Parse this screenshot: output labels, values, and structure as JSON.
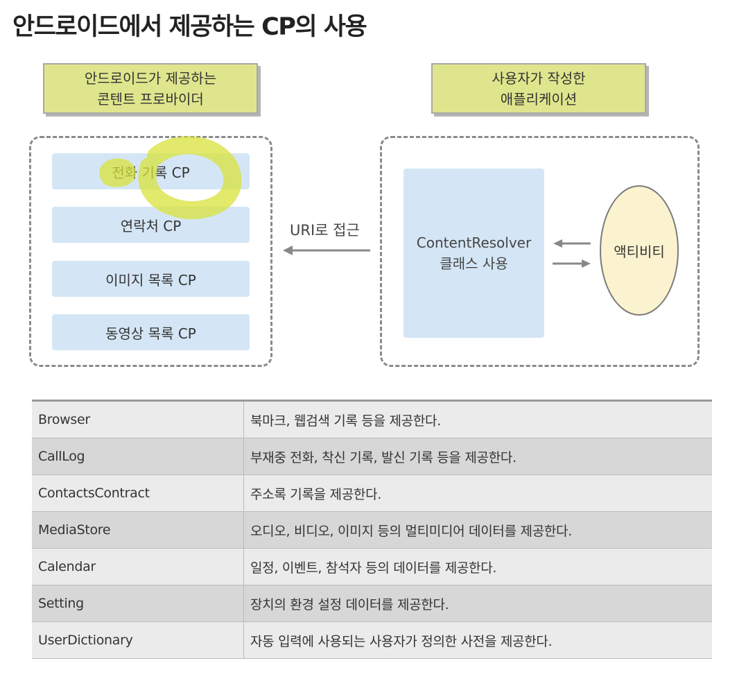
{
  "title": "안드로이드에서 제공하는 CP의 사용",
  "left_header": "안드로이드가 제공하는\n콘텐트 프로바이더",
  "right_header": "사용자가 작성한\n애플리케이션",
  "providers": [
    "전화 기록 CP",
    "연락처 CP",
    "이미지 목록 CP",
    "동영상 목록 CP"
  ],
  "uri_label": "URI로 접근",
  "resolver": {
    "line1": "ContentResolver",
    "line2": "클래스 사용"
  },
  "activity": "액티비티",
  "colors": {
    "header_bg": "#dfe58c",
    "cp_bg": "#d4e6f5",
    "activity_bg": "#fbf3cf",
    "highlighter": "#d8e23a"
  },
  "table": [
    {
      "name": "Browser",
      "desc": "북마크, 웹검색 기록 등을 제공한다."
    },
    {
      "name": "CallLog",
      "desc": "부재중 전화, 착신 기록, 발신 기록 등을 제공한다."
    },
    {
      "name": "ContactsContract",
      "desc": "주소록 기록을 제공한다."
    },
    {
      "name": "MediaStore",
      "desc": "오디오, 비디오, 이미지 등의 멀티미디어 데이터를 제공한다."
    },
    {
      "name": "Calendar",
      "desc": "일정, 이벤트, 참석자 등의 데이터를 제공한다."
    },
    {
      "name": "Setting",
      "desc": "장치의 환경 설정 데이터를 제공한다."
    },
    {
      "name": "UserDictionary",
      "desc": "자동 입력에 사용되는 사용자가 정의한 사전을 제공한다."
    }
  ]
}
